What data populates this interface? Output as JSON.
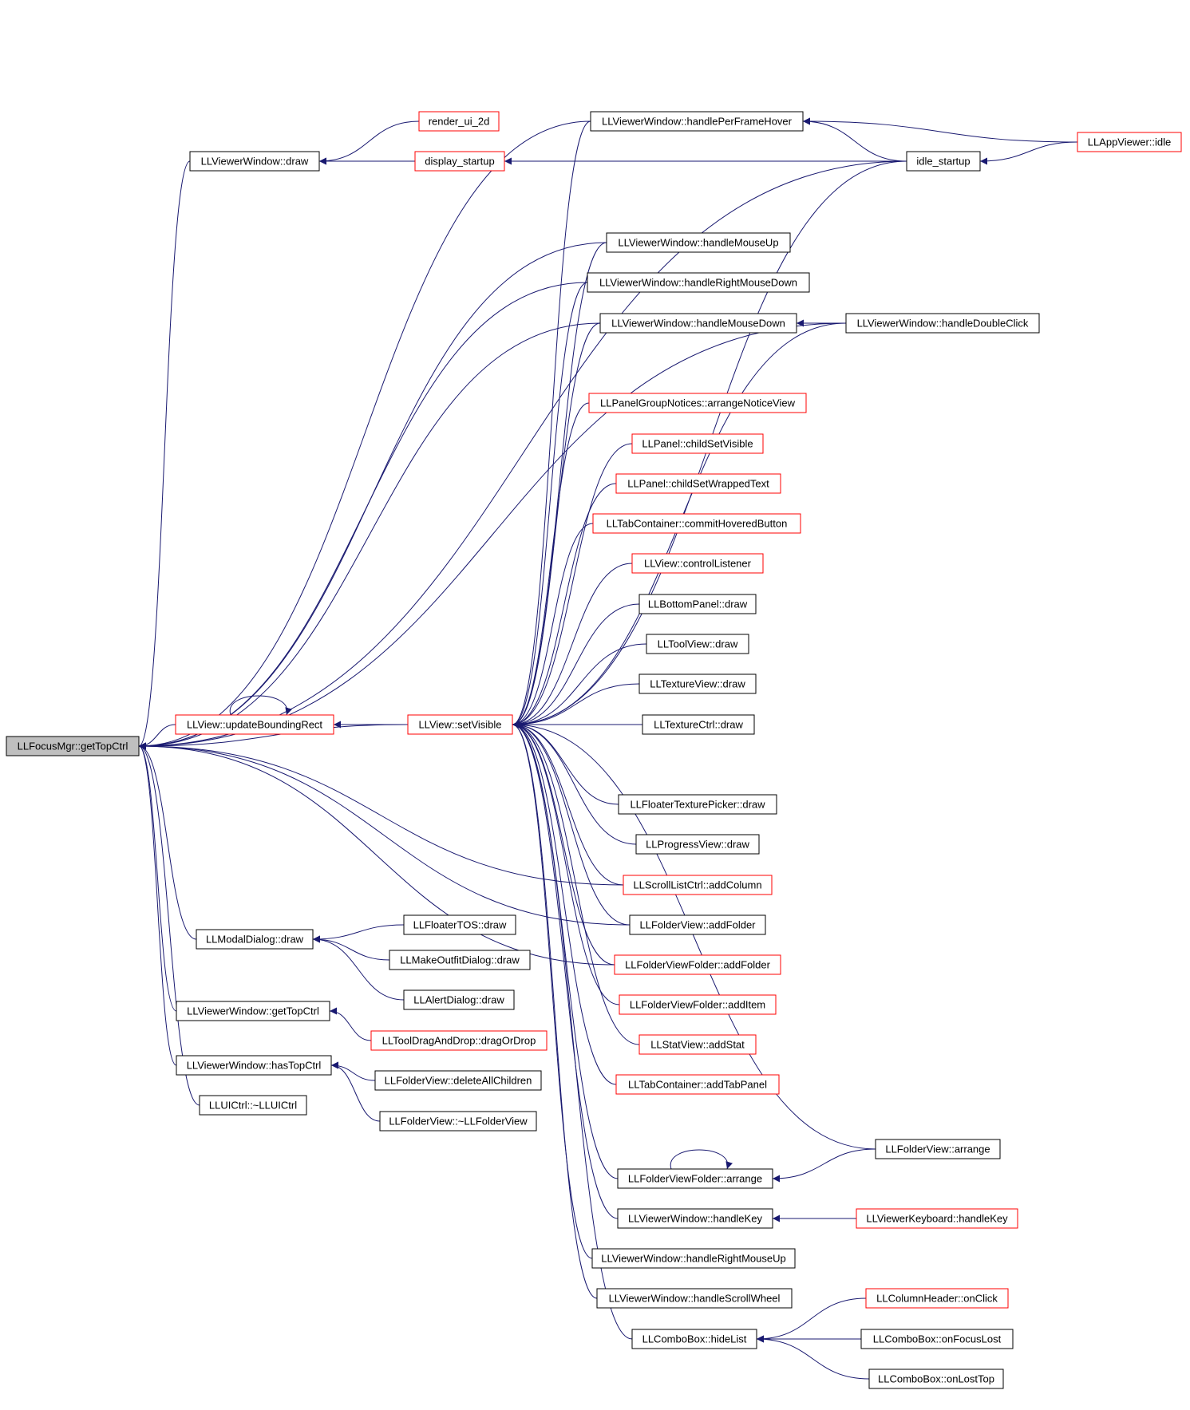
{
  "nodes": [
    {
      "id": "getTopCtrl",
      "label": "LLFocusMgr::getTopCtrl",
      "style": "root"
    },
    {
      "id": "vwDraw",
      "label": "LLViewerWindow::draw",
      "style": "black"
    },
    {
      "id": "renderUi2d",
      "label": "render_ui_2d",
      "style": "red"
    },
    {
      "id": "displayStartup",
      "label": "display_startup",
      "style": "red"
    },
    {
      "id": "vwHandlePerFrameHover",
      "label": "LLViewerWindow::handlePerFrameHover",
      "style": "black"
    },
    {
      "id": "idleStartup",
      "label": "idle_startup",
      "style": "black"
    },
    {
      "id": "appViewerIdle",
      "label": "LLAppViewer::idle",
      "style": "red"
    },
    {
      "id": "vwHandleMouseUp",
      "label": "LLViewerWindow::handleMouseUp",
      "style": "black"
    },
    {
      "id": "vwHandleRightMouseDown",
      "label": "LLViewerWindow::handleRightMouseDown",
      "style": "black"
    },
    {
      "id": "vwHandleMouseDown",
      "label": "LLViewerWindow::handleMouseDown",
      "style": "black"
    },
    {
      "id": "vwHandleDoubleClick",
      "label": "LLViewerWindow::handleDoubleClick",
      "style": "black"
    },
    {
      "id": "arrangeNoticeView",
      "label": "LLPanelGroupNotices::arrangeNoticeView",
      "style": "red"
    },
    {
      "id": "childSetVisible",
      "label": "LLPanel::childSetVisible",
      "style": "red"
    },
    {
      "id": "childSetWrappedText",
      "label": "LLPanel::childSetWrappedText",
      "style": "red"
    },
    {
      "id": "commitHoveredButton",
      "label": "LLTabContainer::commitHoveredButton",
      "style": "red"
    },
    {
      "id": "controlListener",
      "label": "LLView::controlListener",
      "style": "red"
    },
    {
      "id": "bottomPanelDraw",
      "label": "LLBottomPanel::draw",
      "style": "black"
    },
    {
      "id": "toolViewDraw",
      "label": "LLToolView::draw",
      "style": "black"
    },
    {
      "id": "textureViewDraw",
      "label": "LLTextureView::draw",
      "style": "black"
    },
    {
      "id": "textureCtrlDraw",
      "label": "LLTextureCtrl::draw",
      "style": "black"
    },
    {
      "id": "updateBoundingRect",
      "label": "LLView::updateBoundingRect",
      "style": "red"
    },
    {
      "id": "setVisible",
      "label": "LLView::setVisible",
      "style": "red"
    },
    {
      "id": "floaterTexturePickerDraw",
      "label": "LLFloaterTexturePicker::draw",
      "style": "black"
    },
    {
      "id": "progressViewDraw",
      "label": "LLProgressView::draw",
      "style": "black"
    },
    {
      "id": "addColumn",
      "label": "LLScrollListCtrl::addColumn",
      "style": "red"
    },
    {
      "id": "folderViewAddFolder",
      "label": "LLFolderView::addFolder",
      "style": "black"
    },
    {
      "id": "folderViewFolderAddFolder",
      "label": "LLFolderViewFolder::addFolder",
      "style": "red"
    },
    {
      "id": "folderViewFolderAddItem",
      "label": "LLFolderViewFolder::addItem",
      "style": "red"
    },
    {
      "id": "statViewAddStat",
      "label": "LLStatView::addStat",
      "style": "red"
    },
    {
      "id": "tabContainerAddTabPanel",
      "label": "LLTabContainer::addTabPanel",
      "style": "red"
    },
    {
      "id": "modalDialogDraw",
      "label": "LLModalDialog::draw",
      "style": "black"
    },
    {
      "id": "floaterTosDraw",
      "label": "LLFloaterTOS::draw",
      "style": "black"
    },
    {
      "id": "makeOutfitDialogDraw",
      "label": "LLMakeOutfitDialog::draw",
      "style": "black"
    },
    {
      "id": "alertDialogDraw",
      "label": "LLAlertDialog::draw",
      "style": "black"
    },
    {
      "id": "vwGetTopCtrl",
      "label": "LLViewerWindow::getTopCtrl",
      "style": "black"
    },
    {
      "id": "dragOrDrop",
      "label": "LLToolDragAndDrop::dragOrDrop",
      "style": "red"
    },
    {
      "id": "vwHasTopCtrl",
      "label": "LLViewerWindow::hasTopCtrl",
      "style": "black"
    },
    {
      "id": "deleteAllChildren",
      "label": "LLFolderView::deleteAllChildren",
      "style": "black"
    },
    {
      "id": "uiCtrlDtor",
      "label": "LLUICtrl::~LLUICtrl",
      "style": "black"
    },
    {
      "id": "folderViewDtor",
      "label": "LLFolderView::~LLFolderView",
      "style": "black"
    },
    {
      "id": "folderViewArrange",
      "label": "LLFolderView::arrange",
      "style": "black"
    },
    {
      "id": "folderViewFolderArrange",
      "label": "LLFolderViewFolder::arrange",
      "style": "black"
    },
    {
      "id": "vwHandleKey",
      "label": "LLViewerWindow::handleKey",
      "style": "black"
    },
    {
      "id": "viewerKeyboardHandleKey",
      "label": "LLViewerKeyboard::handleKey",
      "style": "red"
    },
    {
      "id": "vwHandleRightMouseUp",
      "label": "LLViewerWindow::handleRightMouseUp",
      "style": "black"
    },
    {
      "id": "vwHandleScrollWheel",
      "label": "LLViewerWindow::handleScrollWheel",
      "style": "black"
    },
    {
      "id": "columnHeaderOnClick",
      "label": "LLColumnHeader::onClick",
      "style": "red"
    },
    {
      "id": "comboBoxHideList",
      "label": "LLComboBox::hideList",
      "style": "black"
    },
    {
      "id": "comboBoxOnFocusLost",
      "label": "LLComboBox::onFocusLost",
      "style": "black"
    },
    {
      "id": "comboBoxOnLostTop",
      "label": "LLComboBox::onLostTop",
      "style": "black"
    }
  ],
  "edges": [
    [
      "vwDraw",
      "getTopCtrl"
    ],
    [
      "vwHandlePerFrameHover",
      "getTopCtrl"
    ],
    [
      "vwHandleMouseUp",
      "getTopCtrl"
    ],
    [
      "vwHandleRightMouseDown",
      "getTopCtrl"
    ],
    [
      "vwHandleMouseDown",
      "getTopCtrl"
    ],
    [
      "vwHandleDoubleClick",
      "getTopCtrl"
    ],
    [
      "idleStartup",
      "getTopCtrl"
    ],
    [
      "updateBoundingRect",
      "getTopCtrl"
    ],
    [
      "setVisible",
      "getTopCtrl"
    ],
    [
      "addColumn",
      "getTopCtrl"
    ],
    [
      "folderViewAddFolder",
      "getTopCtrl"
    ],
    [
      "folderViewFolderAddFolder",
      "getTopCtrl"
    ],
    [
      "modalDialogDraw",
      "getTopCtrl"
    ],
    [
      "vwGetTopCtrl",
      "getTopCtrl"
    ],
    [
      "vwHasTopCtrl",
      "getTopCtrl"
    ],
    [
      "uiCtrlDtor",
      "getTopCtrl"
    ],
    [
      "renderUi2d",
      "vwDraw"
    ],
    [
      "displayStartup",
      "vwDraw"
    ],
    [
      "idleStartup",
      "displayStartup"
    ],
    [
      "appViewerIdle",
      "vwHandlePerFrameHover"
    ],
    [
      "idleStartup",
      "vwHandlePerFrameHover"
    ],
    [
      "appViewerIdle",
      "idleStartup"
    ],
    [
      "vwHandleDoubleClick",
      "vwHandleMouseDown"
    ],
    [
      "updateBoundingRect",
      "updateBoundingRect"
    ],
    [
      "setVisible",
      "updateBoundingRect"
    ],
    [
      "vwHandlePerFrameHover",
      "setVisible"
    ],
    [
      "vwHandleMouseUp",
      "setVisible"
    ],
    [
      "vwHandleRightMouseDown",
      "setVisible"
    ],
    [
      "vwHandleMouseDown",
      "setVisible"
    ],
    [
      "arrangeNoticeView",
      "setVisible"
    ],
    [
      "childSetVisible",
      "setVisible"
    ],
    [
      "childSetWrappedText",
      "setVisible"
    ],
    [
      "commitHoveredButton",
      "setVisible"
    ],
    [
      "controlListener",
      "setVisible"
    ],
    [
      "bottomPanelDraw",
      "setVisible"
    ],
    [
      "toolViewDraw",
      "setVisible"
    ],
    [
      "textureViewDraw",
      "setVisible"
    ],
    [
      "textureCtrlDraw",
      "setVisible"
    ],
    [
      "floaterTexturePickerDraw",
      "setVisible"
    ],
    [
      "progressViewDraw",
      "setVisible"
    ],
    [
      "addColumn",
      "setVisible"
    ],
    [
      "folderViewAddFolder",
      "setVisible"
    ],
    [
      "folderViewFolderAddFolder",
      "setVisible"
    ],
    [
      "folderViewFolderAddItem",
      "setVisible"
    ],
    [
      "statViewAddStat",
      "setVisible"
    ],
    [
      "tabContainerAddTabPanel",
      "setVisible"
    ],
    [
      "folderViewArrange",
      "setVisible"
    ],
    [
      "folderViewFolderArrange",
      "setVisible"
    ],
    [
      "vwHandleKey",
      "setVisible"
    ],
    [
      "vwHandleRightMouseUp",
      "setVisible"
    ],
    [
      "vwHandleScrollWheel",
      "setVisible"
    ],
    [
      "comboBoxHideList",
      "setVisible"
    ],
    [
      "idleStartup",
      "setVisible"
    ],
    [
      "vwHandleDoubleClick",
      "setVisible"
    ],
    [
      "floaterTosDraw",
      "modalDialogDraw"
    ],
    [
      "makeOutfitDialogDraw",
      "modalDialogDraw"
    ],
    [
      "alertDialogDraw",
      "modalDialogDraw"
    ],
    [
      "dragOrDrop",
      "vwGetTopCtrl"
    ],
    [
      "deleteAllChildren",
      "vwHasTopCtrl"
    ],
    [
      "folderViewDtor",
      "vwHasTopCtrl"
    ],
    [
      "folderViewArrange",
      "folderViewFolderArrange"
    ],
    [
      "folderViewFolderArrange",
      "folderViewFolderArrange"
    ],
    [
      "viewerKeyboardHandleKey",
      "vwHandleKey"
    ],
    [
      "columnHeaderOnClick",
      "comboBoxHideList"
    ],
    [
      "comboBoxOnFocusLost",
      "comboBoxHideList"
    ],
    [
      "comboBoxOnLostTop",
      "comboBoxHideList"
    ]
  ],
  "colors": {
    "edge": "#191970",
    "red_border": "#ff0000",
    "black_border": "#000000",
    "root_fill": "#bfbfbf",
    "node_fill": "#ffffff"
  }
}
